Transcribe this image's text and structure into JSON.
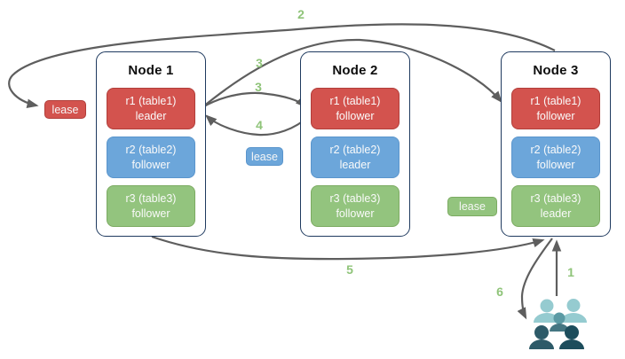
{
  "diagram_type": "raft-leases-diagram",
  "colors": {
    "background": "#ffffff",
    "node_border": "#1f3a5f",
    "arrow": "#5e5e5e",
    "step_label": "#8fc479",
    "replica_red": "#d3534e",
    "replica_red_border": "#b13e3a",
    "replica_blue": "#6ca6da",
    "replica_blue_border": "#5a95cc",
    "replica_green": "#93c47e",
    "replica_green_border": "#7cab62",
    "users_light": "#95cbd0",
    "users_medium_head": "#5b9aa4",
    "users_medium_body": "#447682",
    "users_dark": "#2d5a68",
    "users_darker": "#1d4d5c"
  },
  "nodes": [
    {
      "title": "Node 1",
      "replicas": [
        {
          "line1": "r1 (table1)",
          "line2": "leader",
          "color": "red"
        },
        {
          "line1": "r2 (table2)",
          "line2": "follower",
          "color": "blue"
        },
        {
          "line1": "r3 (table3)",
          "line2": "follower",
          "color": "green"
        }
      ]
    },
    {
      "title": "Node 2",
      "replicas": [
        {
          "line1": "r1 (table1)",
          "line2": "follower",
          "color": "red"
        },
        {
          "line1": "r2 (table2)",
          "line2": "leader",
          "color": "blue"
        },
        {
          "line1": "r3 (table3)",
          "line2": "follower",
          "color": "green"
        }
      ]
    },
    {
      "title": "Node 3",
      "replicas": [
        {
          "line1": "r1 (table1)",
          "line2": "follower",
          "color": "red"
        },
        {
          "line1": "r2 (table2)",
          "line2": "follower",
          "color": "blue"
        },
        {
          "line1": "r3 (table3)",
          "line2": "leader",
          "color": "green"
        }
      ]
    }
  ],
  "leases": [
    {
      "label": "lease",
      "color": "red"
    },
    {
      "label": "lease",
      "color": "blue"
    },
    {
      "label": "lease",
      "color": "green"
    }
  ],
  "steps": [
    {
      "text": "2"
    },
    {
      "text": "3"
    },
    {
      "text": "3"
    },
    {
      "text": "4"
    },
    {
      "text": "5"
    },
    {
      "text": "1"
    },
    {
      "text": "6"
    }
  ],
  "arrows": [
    {
      "step": "2",
      "from": "node3-top",
      "to": "lease-red"
    },
    {
      "step": "3",
      "from": "node1-r1-leader",
      "to": "node3-r1-follower"
    },
    {
      "step": "3",
      "from": "node1-r1-leader",
      "to": "node2-r1-follower"
    },
    {
      "step": "4",
      "from": "node2-r1-follower",
      "to": "node1-r1-leader"
    },
    {
      "step": "5",
      "from": "node1-bottom",
      "to": "node3-bottom"
    },
    {
      "step": "1",
      "from": "users-group",
      "to": "node3-r3-leader"
    },
    {
      "step": "6",
      "from": "node3-r3-leader",
      "to": "users-group"
    }
  ],
  "icons": {
    "users": "users-group-icon"
  }
}
